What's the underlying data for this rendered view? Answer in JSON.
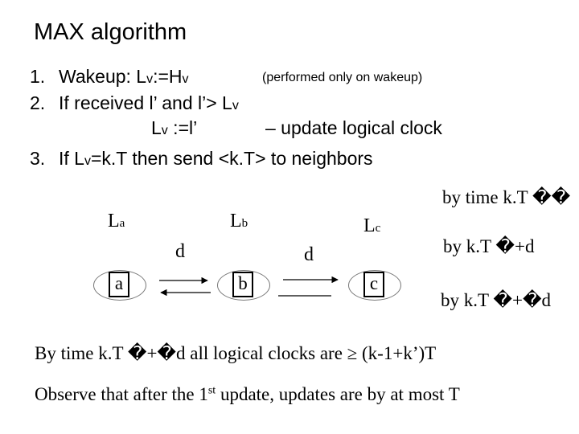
{
  "title": "MAX algorithm",
  "steps": [
    {
      "num": "1.",
      "a": "Wakeup: L",
      "a_sub": "v",
      "b": ":=H",
      "b_sub": "v",
      "note": "(performed only on wakeup)"
    },
    {
      "num": "2.",
      "a": "If received l’ and l’> L",
      "a_sub": "v"
    },
    {
      "a": "L",
      "a_sub": "v",
      "b": " :=l’",
      "comment": "– update logical clock"
    },
    {
      "num": "3.",
      "a": "If L",
      "a_sub": "v",
      "b": "=k.T then send <k.T> to neighbors"
    }
  ],
  "diagram": {
    "clock_prefix": "L",
    "clocks": [
      "a",
      "b",
      "c"
    ],
    "delays": [
      "d",
      "d"
    ],
    "nodes": [
      "a",
      "b",
      "c"
    ]
  },
  "side_notes": [
    "by time k.T ��",
    "by k.T �+d",
    "by k.T �+�d"
  ],
  "bottom": {
    "line1": "By time k.T �+�d all logical clocks are ≥ (k-1+k’)T",
    "line2_pre": "Observe that after the 1",
    "line2_sup": "st",
    "line2_post": " update, updates are by at most T"
  }
}
